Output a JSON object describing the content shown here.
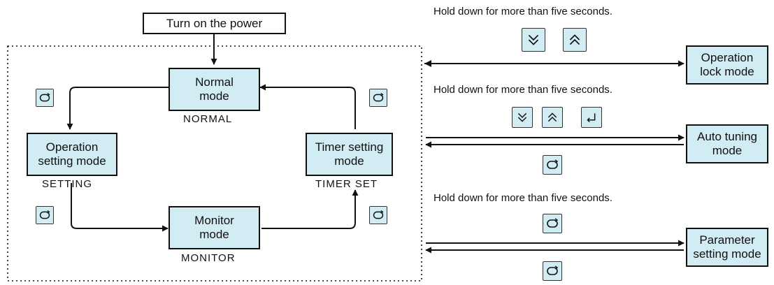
{
  "start_label": "Turn on the power",
  "modes": {
    "normal": {
      "label": "Normal\nmode",
      "code": "NORMAL"
    },
    "setting": {
      "label": "Operation\nsetting mode",
      "code": "SETTING"
    },
    "timer": {
      "label": "Timer setting\nmode",
      "code": "TIMER SET"
    },
    "monitor": {
      "label": "Monitor\nmode",
      "code": "MONITOR"
    }
  },
  "special_modes": {
    "lock": {
      "label": "Operation\nlock mode"
    },
    "autotune": {
      "label": "Auto tuning\nmode"
    },
    "parameter": {
      "label": "Parameter\nsetting mode"
    }
  },
  "hold_texts": [
    "Hold down for more than five seconds.",
    "Hold down for more than five seconds.",
    "Hold down for more than five seconds."
  ],
  "icons": {
    "mode_key": "mode-key-icon",
    "down_key": "double-chevron-down-icon",
    "up_key": "double-chevron-up-icon",
    "enter_key": "enter-key-icon"
  },
  "colors": {
    "mode_fill": "#d2ecf4",
    "line": "#111111"
  }
}
